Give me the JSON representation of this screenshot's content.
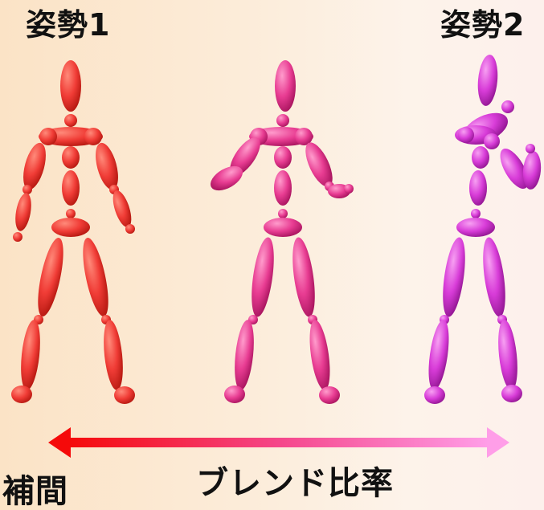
{
  "labels": {
    "pose1": "姿勢1",
    "pose2": "姿勢2",
    "blend_ratio": "ブレンド比率",
    "interpolation_partial": ":補間"
  },
  "colors": {
    "pose1": "#f03c36",
    "pose_mid": "#e83c92",
    "pose2": "#d83cd8",
    "arrow_start": "#f50a0a",
    "arrow_end": "#ff9ee8"
  }
}
